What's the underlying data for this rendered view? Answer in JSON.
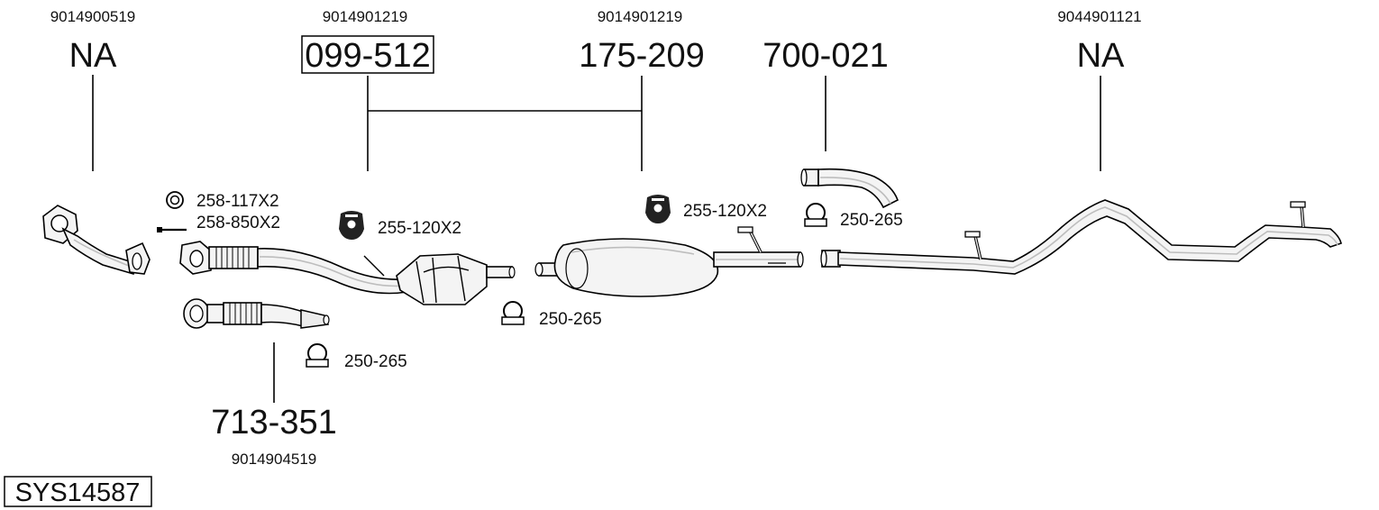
{
  "oem_numbers": {
    "front_pipe": "9014900519",
    "catalyst": "9014901219",
    "middle_silencer": "9014901219",
    "rear_pipe": "9044901121",
    "flex_pipe": "9014904519"
  },
  "part_numbers": {
    "front_pipe": "NA",
    "catalyst": "099-512",
    "middle_silencer": "175-209",
    "connector": "700-021",
    "rear_pipe": "NA",
    "flex_pipe": "713-351"
  },
  "accessories": {
    "gasket": "258-117X2",
    "bolt": "258-850X2",
    "rubber_mount_1": "255-120X2",
    "rubber_mount_2": "255-120X2",
    "clamp_1": "250-265",
    "clamp_2": "250-265",
    "clamp_3": "250-265"
  },
  "system_id": "SYS14587"
}
